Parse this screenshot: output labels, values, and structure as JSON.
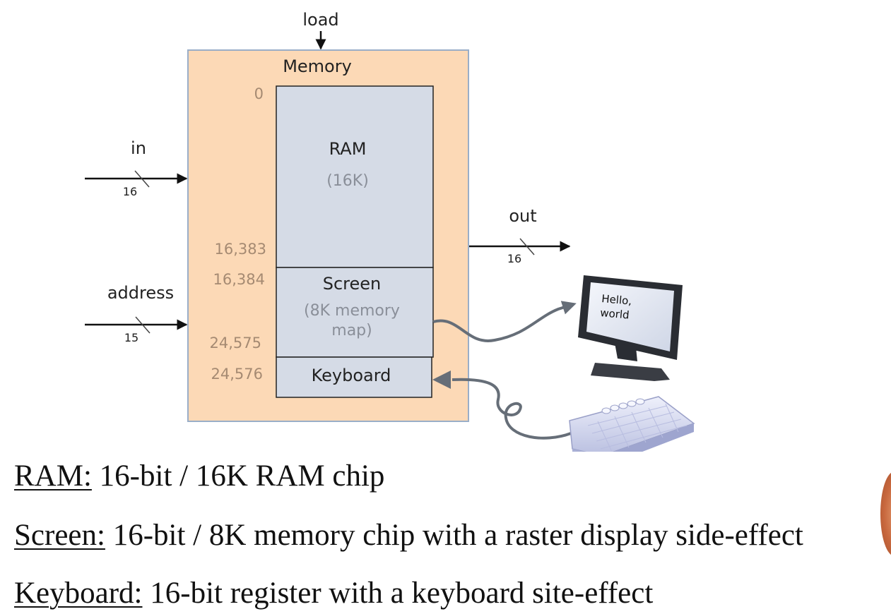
{
  "diagram": {
    "load_label": "load",
    "memory_title": "Memory",
    "in_label": "in",
    "in_bus_width": "16",
    "address_label": "address",
    "address_bus_width": "15",
    "out_label": "out",
    "out_bus_width": "16",
    "addresses": {
      "a0": "0",
      "a16383": "16,383",
      "a16384": "16,384",
      "a24575": "24,575",
      "a24576": "24,576"
    },
    "ram": {
      "label": "RAM",
      "size": "(16K)"
    },
    "screen": {
      "label": "Screen",
      "desc_line1": "(8K memory",
      "desc_line2": "map)"
    },
    "keyboard": {
      "label": "Keyboard"
    },
    "monitor_text_line1": "Hello,",
    "monitor_text_line2": "world"
  },
  "notes": [
    {
      "term": "RAM:",
      "text": " 16-bit / 16K RAM chip"
    },
    {
      "term": "Screen:",
      "text": " 16-bit / 8K memory chip with a raster display side-effect"
    },
    {
      "term": "Keyboard:",
      "text": " 16-bit register with a keyboard site-effect"
    }
  ],
  "colors": {
    "memory_fill": "#fcd9b6",
    "memory_border": "#9aaec8",
    "segment_fill": "#d5dbe6",
    "address_text": "#a58a72",
    "cable": "#666e78"
  },
  "icons": [
    "monitor-icon",
    "keyboard-icon"
  ]
}
